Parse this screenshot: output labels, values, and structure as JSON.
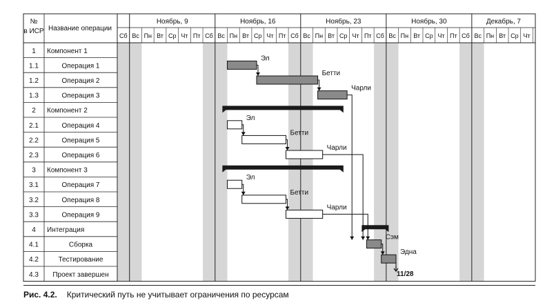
{
  "header": {
    "id_col_line1": "№",
    "id_col_line2": "в ИСР",
    "name_col": "Название операции"
  },
  "weeks": [
    "Ноябрь, 9",
    "Ноябрь, 16",
    "Ноябрь, 23",
    "Ноябрь, 30",
    "Декабрь, 7"
  ],
  "days": [
    "Сб",
    "Вс",
    "Пн",
    "Вт",
    "Ср",
    "Чт",
    "Пт",
    "Сб",
    "Вс",
    "Пн",
    "Вт",
    "Ср",
    "Чт",
    "Пт",
    "Сб",
    "Вс",
    "Пн",
    "Вт",
    "Ср",
    "Чт",
    "Пт",
    "Сб",
    "Вс",
    "Пн",
    "Вт",
    "Ср",
    "Чт",
    "Пт",
    "Сб",
    "Вс",
    "Пн",
    "Вт",
    "Ср",
    "Чт"
  ],
  "rows": [
    {
      "id": "1",
      "name": "Компонент 1",
      "summary": true
    },
    {
      "id": "1.1",
      "name": "Операция 1",
      "summary": false
    },
    {
      "id": "1.2",
      "name": "Операция 2",
      "summary": false
    },
    {
      "id": "1.3",
      "name": "Операция 3",
      "summary": false
    },
    {
      "id": "2",
      "name": "Компонент 2",
      "summary": true
    },
    {
      "id": "2.1",
      "name": "Операция 4",
      "summary": false
    },
    {
      "id": "2.2",
      "name": "Операция 5",
      "summary": false
    },
    {
      "id": "2.3",
      "name": "Операция 6",
      "summary": false
    },
    {
      "id": "3",
      "name": "Компонент 3",
      "summary": true
    },
    {
      "id": "3.1",
      "name": "Операция 7",
      "summary": false
    },
    {
      "id": "3.2",
      "name": "Операция 8",
      "summary": false
    },
    {
      "id": "3.3",
      "name": "Операция 9",
      "summary": false
    },
    {
      "id": "4",
      "name": "Интеграция",
      "summary": true
    },
    {
      "id": "4.1",
      "name": "Сборка",
      "summary": false
    },
    {
      "id": "4.2",
      "name": "Тестирование",
      "summary": false
    },
    {
      "id": "4.3",
      "name": "Проект завершен",
      "summary": false
    }
  ],
  "tasks": [
    {
      "row": 1,
      "start": 9,
      "dur": 2.4,
      "fill": "critical",
      "label": "Эл"
    },
    {
      "row": 2,
      "start": 11.4,
      "dur": 5,
      "fill": "critical",
      "label": "Бетти"
    },
    {
      "row": 3,
      "start": 16.4,
      "dur": 2.4,
      "fill": "critical",
      "label": "Чарли"
    },
    {
      "row": 5,
      "start": 9,
      "dur": 1.2,
      "fill": "normal",
      "label": "Эл"
    },
    {
      "row": 6,
      "start": 10.2,
      "dur": 3.6,
      "fill": "normal",
      "label": "Бетти"
    },
    {
      "row": 7,
      "start": 13.8,
      "dur": 3,
      "fill": "normal",
      "label": "Чарли"
    },
    {
      "row": 9,
      "start": 9,
      "dur": 1.2,
      "fill": "normal",
      "label": "Эл"
    },
    {
      "row": 10,
      "start": 10.2,
      "dur": 3.6,
      "fill": "normal",
      "label": "Бетти"
    },
    {
      "row": 11,
      "start": 13.8,
      "dur": 3,
      "fill": "normal",
      "label": "Чарли"
    },
    {
      "row": 13,
      "start": 20.4,
      "dur": 1.2,
      "fill": "critical",
      "label": "Сэм"
    },
    {
      "row": 14,
      "start": 21.6,
      "dur": 1.2,
      "fill": "critical",
      "label": "Эдна"
    }
  ],
  "summaries": [
    {
      "row": 4,
      "start": 8.6,
      "end": 18.5
    },
    {
      "row": 8,
      "start": 8.6,
      "end": 18.5
    },
    {
      "row": 12,
      "start": 20.0,
      "end": 22.2
    }
  ],
  "milestone": {
    "row": 15,
    "day": 22.8,
    "label": "11/28"
  },
  "colors": {
    "critical": "#8a8a8a",
    "normal": "#ffffff",
    "weekend": "#d6d6d6",
    "summary": "#1a1a1a"
  },
  "caption": {
    "label": "Рис. 4.2.",
    "text": "Критический путь не учитывает ограничения по ресурсам"
  }
}
